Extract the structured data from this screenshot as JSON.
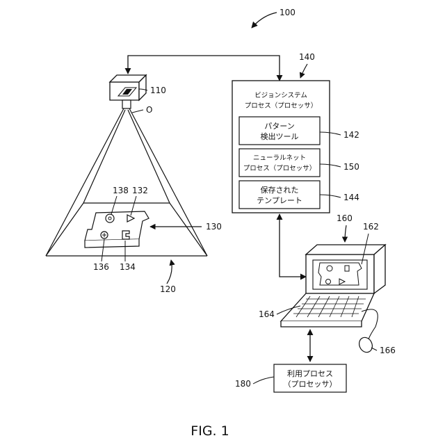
{
  "figure": {
    "label": "FIG. 1"
  },
  "refs": {
    "system": "100",
    "camera": "110",
    "optical_axis": "O",
    "field_of_view": "120",
    "object": "130",
    "feature_132": "132",
    "feature_134": "134",
    "feature_136": "136",
    "feature_138": "138",
    "vision_processor": "140",
    "pattern_tool": "142",
    "stored_templates": "144",
    "neural_net": "150",
    "computer": "160",
    "display": "162",
    "keyboard": "164",
    "mouse": "166",
    "utilization_process": "180"
  },
  "boxes": {
    "vision_processor": {
      "line1": "ビジョンシステム",
      "line2": "プロセス（プロセッサ）"
    },
    "pattern_tool": {
      "line1": "パターン",
      "line2": "検出ツール"
    },
    "neural_net": {
      "line1": "ニューラルネット",
      "line2": "プロセス（プロセッサ）"
    },
    "stored_templates": {
      "line1": "保存された",
      "line2": "テンプレート"
    },
    "utilization_process": {
      "line1": "利用プロセス",
      "line2": "（プロセッサ）"
    }
  }
}
